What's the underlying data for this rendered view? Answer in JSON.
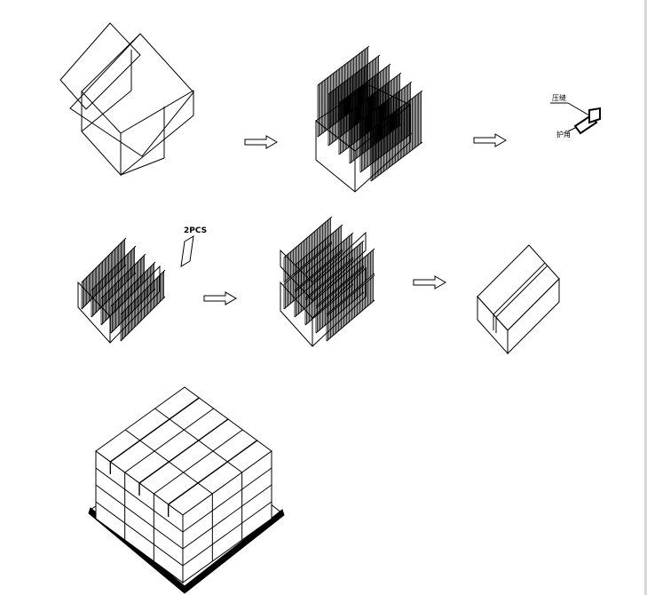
{
  "diagram": {
    "steps": [
      {
        "id": "open-carton"
      },
      {
        "id": "carton-filled-with-modules"
      },
      {
        "id": "corner-protector-detail"
      },
      {
        "id": "module-layer"
      },
      {
        "id": "separator-sheets"
      },
      {
        "id": "two-layers-in-carton"
      },
      {
        "id": "sealed-carton"
      },
      {
        "id": "palletized-cartons"
      }
    ],
    "labels": {
      "separator_count": "2PCS",
      "detail_top": "压缝",
      "detail_bottom": "护角"
    },
    "arrow_icon": "right-outline-arrow-icon",
    "colors": {
      "line": "#000000",
      "background": "#ffffff",
      "page_border": "#d8d8d8"
    }
  }
}
